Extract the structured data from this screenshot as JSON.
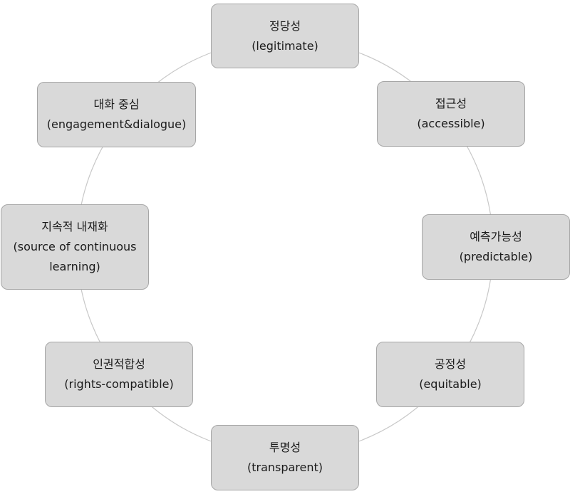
{
  "nodes": [
    {
      "id": "legitimate",
      "ko": "정당성",
      "en": "(legitimate)"
    },
    {
      "id": "accessible",
      "ko": "접근성",
      "en": "(accessible)"
    },
    {
      "id": "predictable",
      "ko": "예측가능성",
      "en": "(predictable)"
    },
    {
      "id": "equitable",
      "ko": "공정성",
      "en": "(equitable)"
    },
    {
      "id": "transparent",
      "ko": "투명성",
      "en": "(transparent)"
    },
    {
      "id": "rights",
      "ko": "인권적합성",
      "en": "(rights-compatible)"
    },
    {
      "id": "source",
      "ko": "지속적 내재화",
      "en": "(source of continuous",
      "en2": "learning)"
    },
    {
      "id": "engagement",
      "ko": "대화 중심",
      "en": "(engagement&dialogue)"
    }
  ],
  "colors": {
    "box_fill": "#d9d9d9",
    "box_border": "#a6a6a6",
    "ring": "#c8c8c8"
  }
}
